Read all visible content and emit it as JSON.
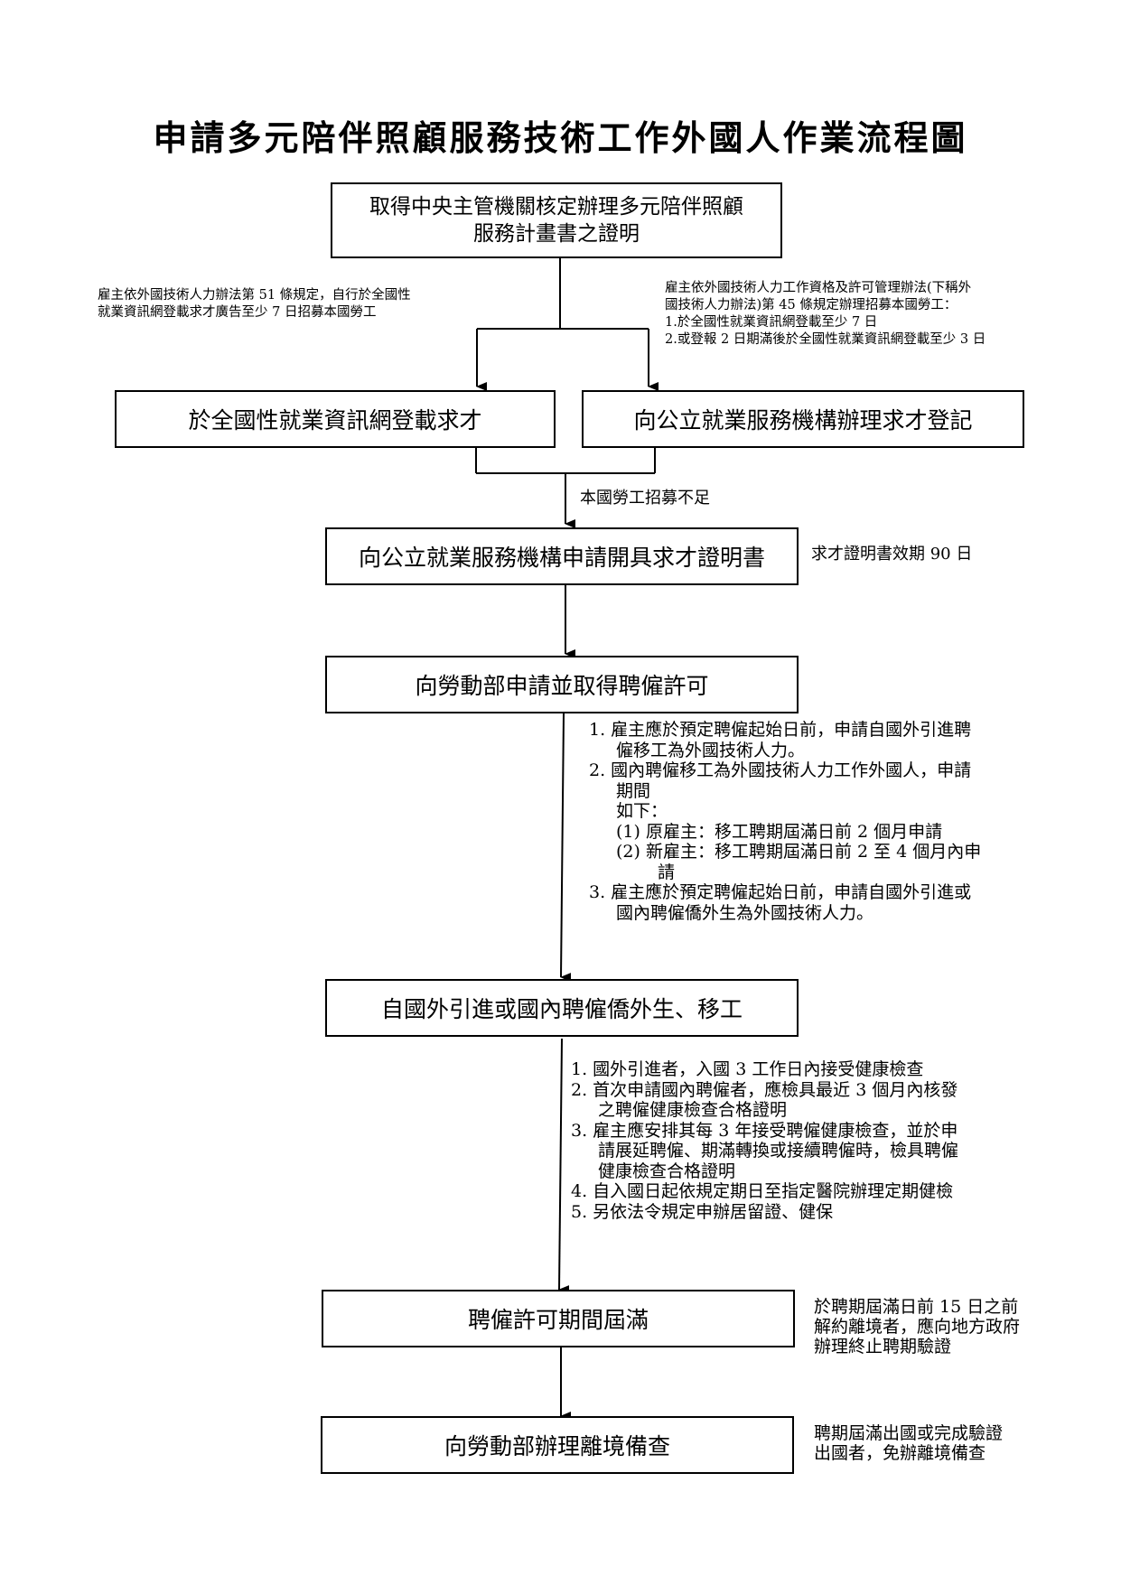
{
  "title": "申請多元陪伴照顧服務技術工作外國人作業流程圖",
  "boxes": {
    "step1_line1": "取得中央主管機關核定辦理多元陪伴照顧",
    "step1_line2": "服務計畫書之證明",
    "step2a": "於全國性就業資訊網登載求才",
    "step2b": "向公立就業服務機構辦理求才登記",
    "step3": "向公立就業服務機構申請開具求才證明書",
    "step4": "向勞動部申請並取得聘僱許可",
    "step5": "自國外引進或國內聘僱僑外生、移工",
    "step6": "聘僱許可期間屆滿",
    "step7": "向勞動部辦理離境備查"
  },
  "notes": {
    "left_line1": "雇主依外國技術人力辦法第 51 條規定，自行於全國性",
    "left_line2": "就業資訊網登載求才廣告至少 7 日招募本國勞工",
    "right_line1": "雇主依外國技術人力工作資格及許可管理辦法(下稱外",
    "right_line2": "國技術人力辦法)第 45 條規定辦理招募本國勞工：",
    "right_line3": "1.於全國性就業資訊網登載至少 7 日",
    "right_line4": "2.或登報 2 日期滿後於全國性就業資訊網登載至少 3 日",
    "shortage": "本國勞工招募不足",
    "validity": "求才證明書效期 90 日",
    "permit_list": [
      "1. 雇主應於預定聘僱起始日前，申請自國外引進聘",
      "僱移工為外國技術人力。",
      "2. 國內聘僱移工為外國技術人力工作外國人，申請",
      "期間",
      "如下：",
      "(1) 原雇主：移工聘期屆滿日前 2 個月申請",
      "(2) 新雇主：移工聘期屆滿日前 2 至 4 個月內申",
      "請",
      "3. 雇主應於預定聘僱起始日前，申請自國外引進或",
      "國內聘僱僑外生為外國技術人力。"
    ],
    "health_list": [
      "1. 國外引進者，入國 3 工作日內接受健康檢查",
      "2. 首次申請國內聘僱者，應檢具最近 3 個月內核發",
      "之聘僱健康檢查合格證明",
      "3. 雇主應安排其每 3 年接受聘僱健康檢查，並於申",
      "請展延聘僱、期滿轉換或接續聘僱時，檢具聘僱",
      "健康檢查合格證明",
      "4. 自入國日起依規定期日至指定醫院辦理定期健檢",
      "5. 另依法令規定申辦居留證、健保"
    ],
    "expiry_line1": "於聘期屆滿日前 15 日之前",
    "expiry_line2": "解約離境者，應向地方政府",
    "expiry_line3": "辦理終止聘期驗證",
    "exit_line1": "聘期屆滿出國或完成驗證",
    "exit_line2": "出國者，免辦離境備查"
  }
}
